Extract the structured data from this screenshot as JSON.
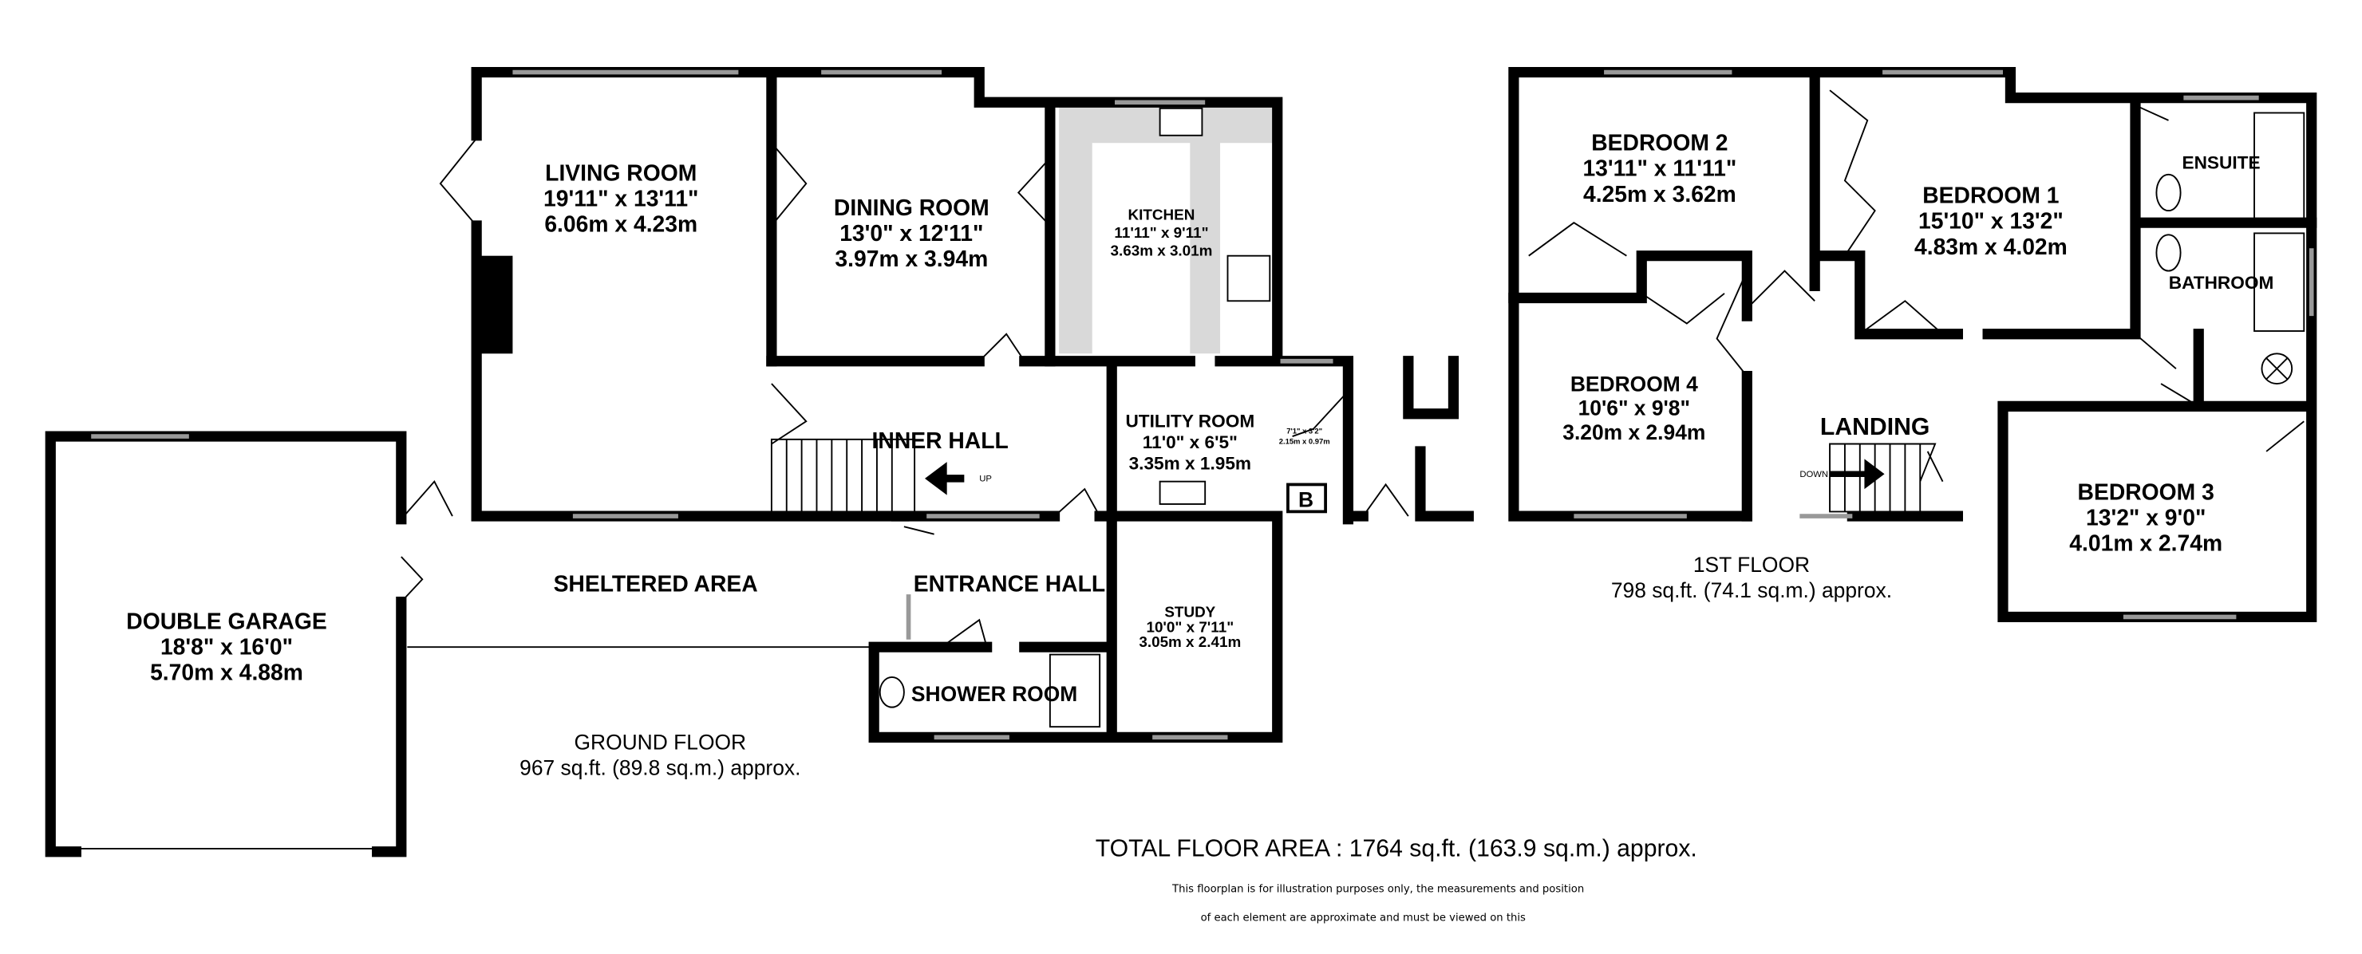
{
  "ground_floor": {
    "label": "GROUND FLOOR",
    "area": "967 sq.ft. (89.8 sq.m.) approx.",
    "rooms": [
      {
        "name": "LIVING ROOM",
        "imperial": "19'11\"  x 13'11\"",
        "metric": "6.06m  x 4.23m"
      },
      {
        "name": "DINING ROOM",
        "imperial": "13'0\"  x 12'11\"",
        "metric": "3.97m  x 3.94m"
      },
      {
        "name": "KITCHEN",
        "imperial": "11'11\"  x 9'11\"",
        "metric": "3.63m  x 3.01m"
      },
      {
        "name": "UTILITY ROOM",
        "imperial": "11'0\"  x 6'5\"",
        "metric": "3.35m  x 1.95m"
      },
      {
        "name": "INNER HALL"
      },
      {
        "name": "SHELTERED AREA"
      },
      {
        "name": "ENTRANCE HALL"
      },
      {
        "name": "STUDY",
        "imperial": "10'0\"  x 7'11\"",
        "metric": "3.05m  x 2.41m"
      },
      {
        "name": "SHOWER ROOM"
      },
      {
        "name": "DOUBLE GARAGE",
        "imperial": "18'8\"  x 16'0\"",
        "metric": "5.70m  x 4.88m"
      }
    ],
    "cupboard": {
      "imperial": "7'1\"  x 3'2\"",
      "metric": "2.15m  x 0.97m"
    },
    "stairs_label": "UP",
    "boiler_label": "B"
  },
  "first_floor": {
    "label": "1ST FLOOR",
    "area": "798 sq.ft. (74.1 sq.m.) approx.",
    "rooms": [
      {
        "name": "BEDROOM 2",
        "imperial": "13'11\"  x 11'11\"",
        "metric": "4.25m  x 3.62m"
      },
      {
        "name": "BEDROOM 1",
        "imperial": "15'10\"  x 13'2\"",
        "metric": "4.83m  x 4.02m"
      },
      {
        "name": "ENSUITE"
      },
      {
        "name": "BATHROOM"
      },
      {
        "name": "BEDROOM 4",
        "imperial": "10'6\"  x 9'8\"",
        "metric": "3.20m  x 2.94m"
      },
      {
        "name": "LANDING"
      },
      {
        "name": "BEDROOM 3",
        "imperial": "13'2\"  x 9'0\"",
        "metric": "4.01m  x 2.74m"
      }
    ],
    "stairs_label": "DOWN"
  },
  "total": "TOTAL FLOOR AREA : 1764 sq.ft. (163.9 sq.m.) approx.",
  "disclaimer": [
    "This floorplan is for illustration purposes only, the measurements and position",
    "of each element are approximate and must be viewed on this"
  ]
}
